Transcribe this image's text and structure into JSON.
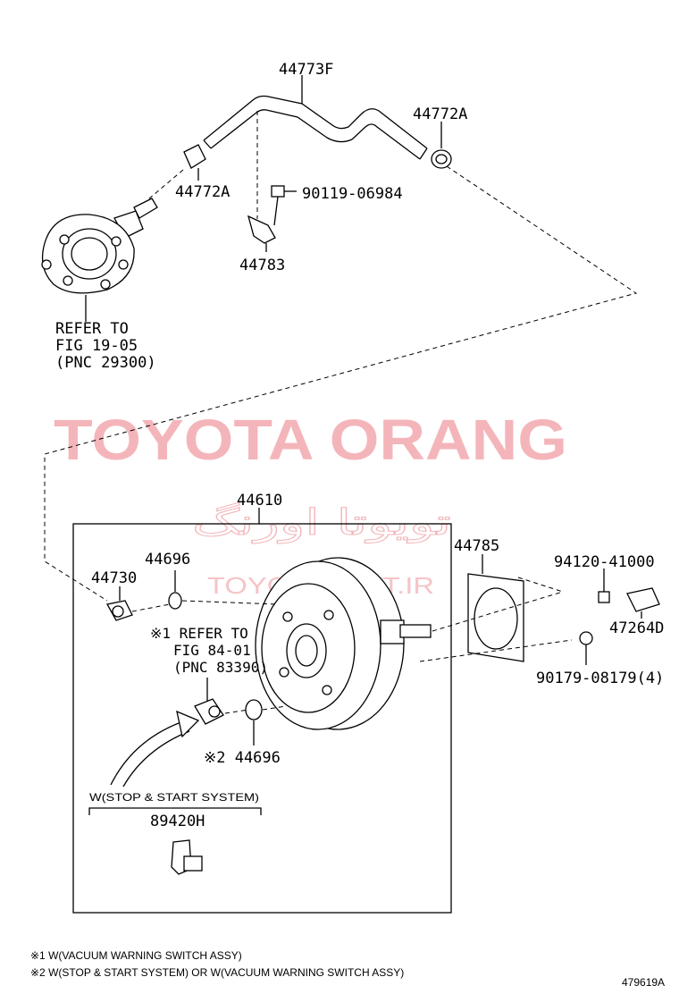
{
  "labels": {
    "hose": "44773F",
    "clamp_right": "44772A",
    "clamp_left": "44772A",
    "bolt": "90119-06984",
    "clip": "44783",
    "refer_pump_1": "REFER TO",
    "refer_pump_2": "FIG 19-05",
    "refer_pump_3": "(PNC 29300)",
    "booster": "44610",
    "seal_top": "44696",
    "check_valve": "44730",
    "refer_switch_1": "※1 REFER TO",
    "refer_switch_2": "FIG 84-01",
    "refer_switch_3": "(PNC 83390)",
    "seal_bottom": "※2 44696",
    "gasket": "44785",
    "nut_top": "94120-41000",
    "nut_bottom": "90179-08179(4)",
    "bracket": "47264D",
    "sensor_condition": "W(STOP & START SYSTEM)",
    "sensor": "89420H"
  },
  "footnotes": {
    "note1": "※1 W(VACUUM WARNING SWITCH ASSY)",
    "note2": "※2 W(STOP & START SYSTEM) OR W(VACUUM WARNING SWITCH ASSY)",
    "figure_id": "479619A"
  },
  "watermark": {
    "brand": "TOYOTA ORANG",
    "brand_fa": "تویوتا اورنگ",
    "url": "TOYOTAPART.IR"
  },
  "colors": {
    "watermark": "#f3a9ae",
    "line": "#000000"
  }
}
